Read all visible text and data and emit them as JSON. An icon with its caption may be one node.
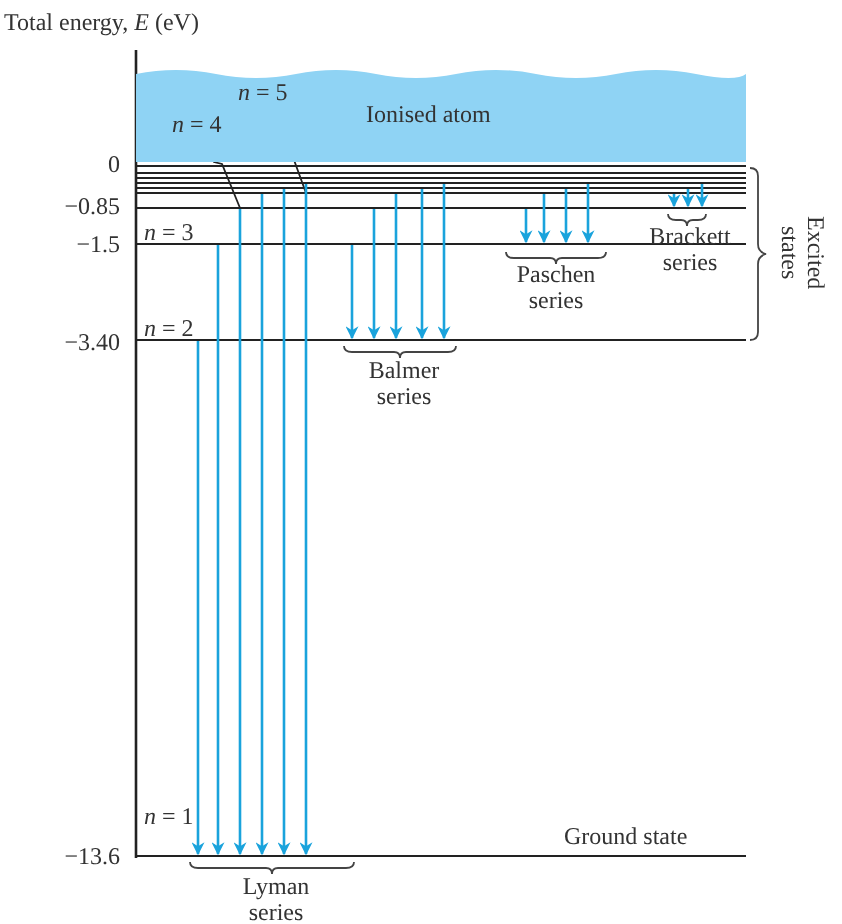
{
  "diagram": {
    "nodes": [
      {
        "text": [
          "Ionised atom"
        ]
      },
      {
        "text": [
          "*n* = 4"
        ],
        "in": 0
      },
      {
        "text": [
          "*n* = 5"
        ],
        "in": 0
      },
      {
        "text": [],
        "shape": "line"
      },
      {
        "text": [],
        "shape": "line"
      },
      {
        "text": [],
        "shape": "line"
      },
      {
        "text": [],
        "shape": "line"
      },
      {
        "text": [],
        "shape": "line"
      },
      {
        "text": [],
        "shape": "line"
      },
      {
        "text": [],
        "shape": "line"
      },
      {
        "text": [],
        "shape": "line"
      },
      {
        "text": [],
        "shape": "line"
      },
      {
        "text": [],
        "shape": "line"
      }
    ],
    "edges": [
      {
        "from": 1,
        "to": 9,
        "arrow": "none",
        "color": "#222222"
      },
      {
        "from": 2,
        "to": 8,
        "arrow": "none",
        "color": "#222222"
      },
      {
        "from": 11,
        "to": 12,
        "arrow": "to"
      },
      {
        "from": 10,
        "to": 12,
        "arrow": "to"
      },
      {
        "from": 9,
        "to": 12,
        "arrow": "to"
      },
      {
        "from": 8,
        "to": 12,
        "arrow": "to"
      },
      {
        "from": 7,
        "to": 12,
        "arrow": "to"
      },
      {
        "from": 6,
        "to": 12,
        "arrow": "to"
      },
      {
        "from": 10,
        "to": 11,
        "arrow": "to"
      },
      {
        "from": 9,
        "to": 11,
        "arrow": "to"
      },
      {
        "from": 8,
        "to": 11,
        "arrow": "to"
      },
      {
        "from": 7,
        "to": 11,
        "arrow": "to"
      },
      {
        "from": 6,
        "to": 11,
        "arrow": "to"
      },
      {
        "from": 9,
        "to": 10,
        "arrow": "to"
      },
      {
        "from": 8,
        "to": 10,
        "arrow": "to"
      },
      {
        "from": 7,
        "to": 10,
        "arrow": "to"
      },
      {
        "from": 6,
        "to": 10,
        "arrow": "to"
      },
      {
        "from": 8,
        "to": 9,
        "arrow": "to"
      },
      {
        "from": 7,
        "to": 9,
        "arrow": "to"
      },
      {
        "from": 6,
        "to": 9,
        "arrow": "to"
      }
    ],
    "labels": [
      "Total energy, *E* (eV)",
      "0",
      "−0.85",
      "*n* = 3",
      "−1.5",
      "Brackett series",
      "Excited states",
      "Paschen series",
      "*n* = 2",
      "−3.40",
      "Balmer series",
      "*n* = 1",
      "−13.6",
      "Ground state",
      "Lyman series"
    ]
  }
}
